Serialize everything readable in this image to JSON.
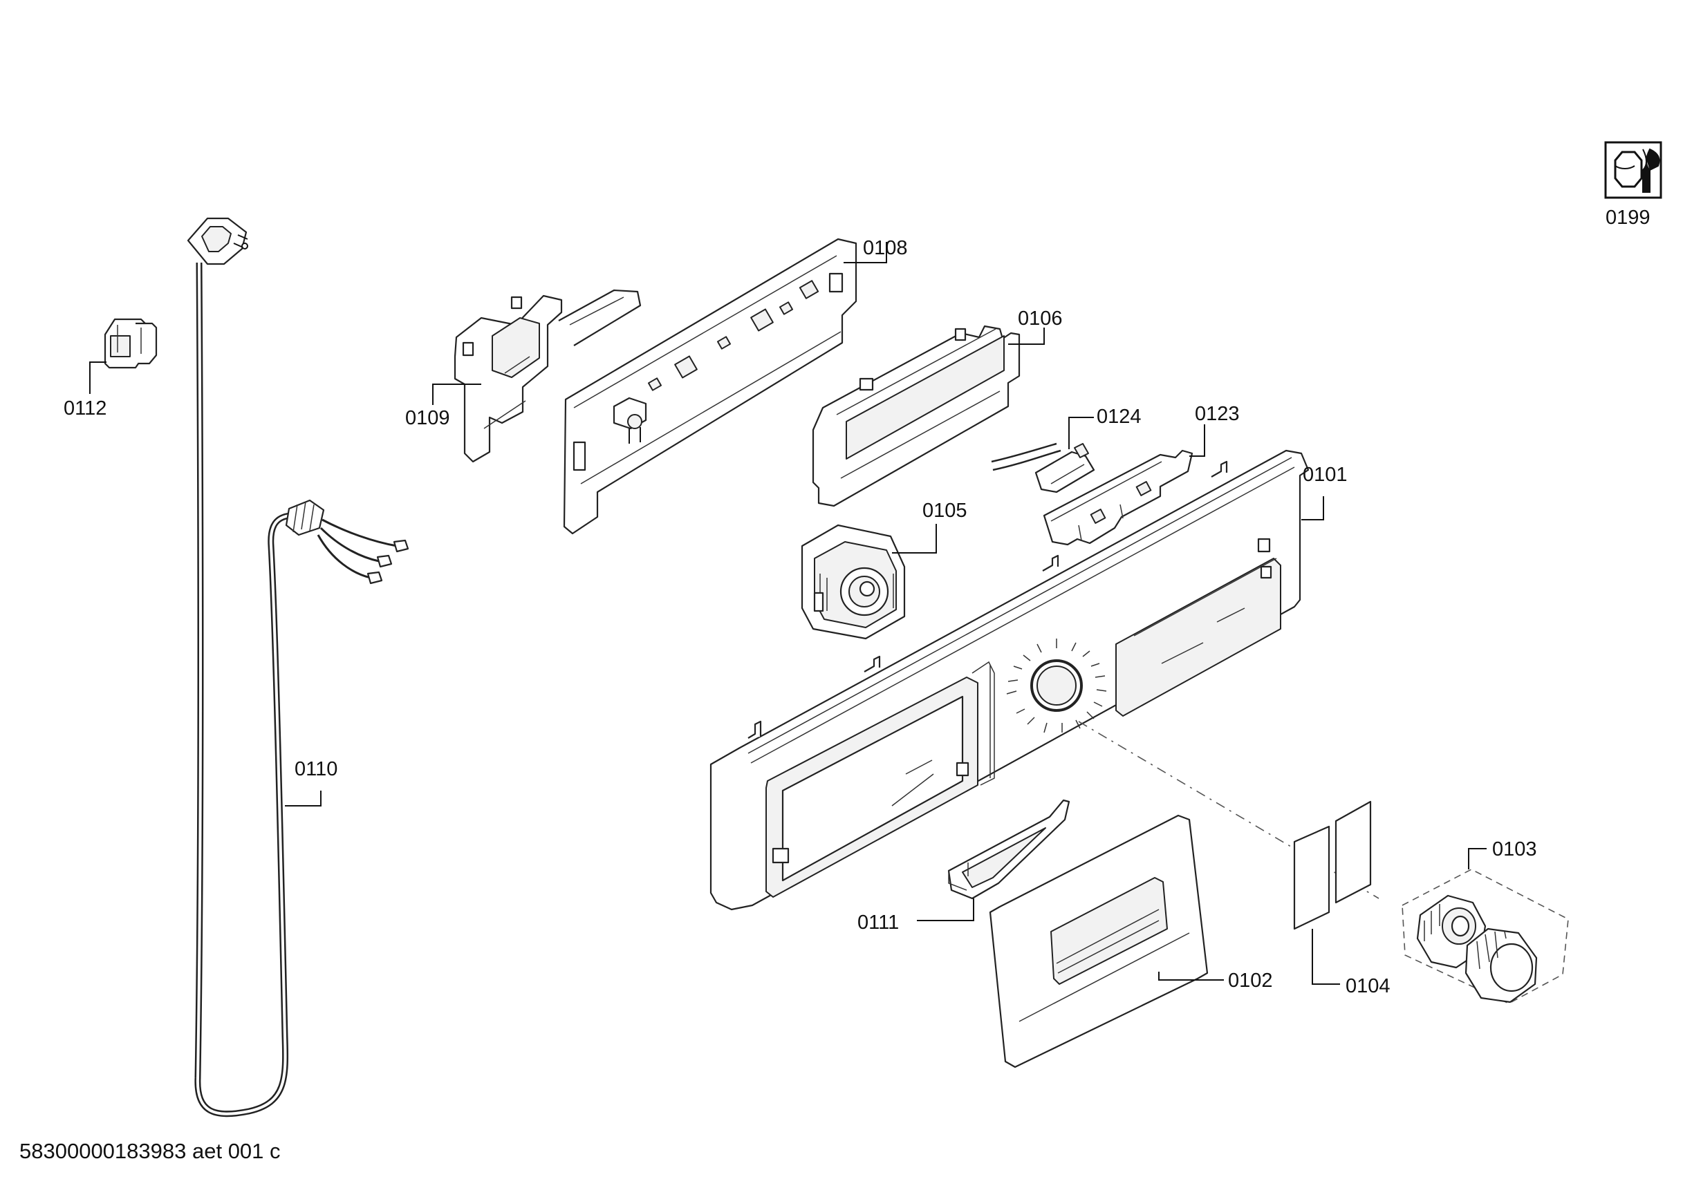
{
  "document_id": "58300000183983 aet 001 c",
  "parts": [
    {
      "id": "p0101",
      "label": "0101"
    },
    {
      "id": "p0102",
      "label": "0102"
    },
    {
      "id": "p0103",
      "label": "0103"
    },
    {
      "id": "p0104",
      "label": "0104"
    },
    {
      "id": "p0105",
      "label": "0105"
    },
    {
      "id": "p0106",
      "label": "0106"
    },
    {
      "id": "p0108",
      "label": "0108"
    },
    {
      "id": "p0109",
      "label": "0109"
    },
    {
      "id": "p0110",
      "label": "0110"
    },
    {
      "id": "p0111",
      "label": "0111"
    },
    {
      "id": "p0112",
      "label": "0112"
    },
    {
      "id": "p0123",
      "label": "0123"
    },
    {
      "id": "p0124",
      "label": "0124"
    },
    {
      "id": "p0199",
      "label": "0199"
    }
  ],
  "icons": {
    "service": "service-tools-icon"
  }
}
